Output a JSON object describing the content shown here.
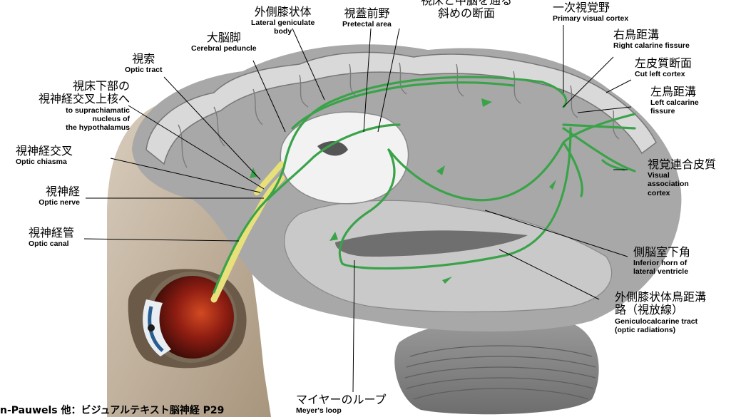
{
  "labels": {
    "oblique_section": {
      "ja": "視床と中脳を通る斜めの断面",
      "ja_line1": "視床と中脳を通る",
      "ja_line2": "斜めの断面"
    },
    "lgn": {
      "ja": "外側膝状体",
      "en_line1": "Lateral geniculate",
      "en_line2": "body"
    },
    "pretectal": {
      "ja": "視蓋前野",
      "en": "Pretectal area"
    },
    "primary_visual": {
      "ja": "一次視覚野",
      "en": "Primary visual cortex"
    },
    "cerebral_peduncle": {
      "ja": "大脳脚",
      "en": "Cerebral peduncle"
    },
    "right_calcarine": {
      "ja": "右鳥距溝",
      "en": "Right calarine fissure"
    },
    "cut_left_cortex": {
      "ja": "左皮質断面",
      "en": "Cut left cortex"
    },
    "optic_tract": {
      "ja": "視索",
      "en": "Optic tract"
    },
    "left_calcarine": {
      "ja": "左鳥距溝",
      "en_line1": "Left calcarine",
      "en_line2": "fissure"
    },
    "hypothalamus": {
      "ja_line1": "視床下部の",
      "ja_line2": "視神経交叉上核へ",
      "en_line1": "to suprachiamatic",
      "en_line2": "nucleus of",
      "en_line3": "the hypothalamus"
    },
    "optic_chiasma": {
      "ja": "視神経交叉",
      "en": "Optic chiasma"
    },
    "visual_association": {
      "ja": "視覚連合皮質",
      "en_line1": "Visual",
      "en_line2": "association",
      "en_line3": "cortex"
    },
    "optic_nerve": {
      "ja": "視神経",
      "en": "Optic nerve"
    },
    "optic_canal": {
      "ja": "視神経管",
      "en": "Optic canal"
    },
    "inferior_horn": {
      "ja": "側脳室下角",
      "en_line1": "Inferior horn of",
      "en_line2": "lateral ventricle"
    },
    "geniculocalcarine": {
      "ja_line1": "外側膝状体鳥距溝",
      "ja_line2": "路（視放線）",
      "en_line1": "Geniculocalcarine tract",
      "en_line2": "(optic radiations)"
    },
    "meyers_loop": {
      "ja": "マイヤーのループ",
      "en": "Meyer's loop"
    }
  },
  "caption": "n-Pauwels 他：ビジュアルテキスト脳神経 P29",
  "colors": {
    "pathway": "#3aa349",
    "brain_light": "#d8d8d8",
    "brain_mid": "#a9a9a9",
    "brain_dark": "#7d7d7d",
    "skull": "#c8b8a4",
    "nerve": "#e8e07a",
    "eye": "#8e1d12"
  }
}
